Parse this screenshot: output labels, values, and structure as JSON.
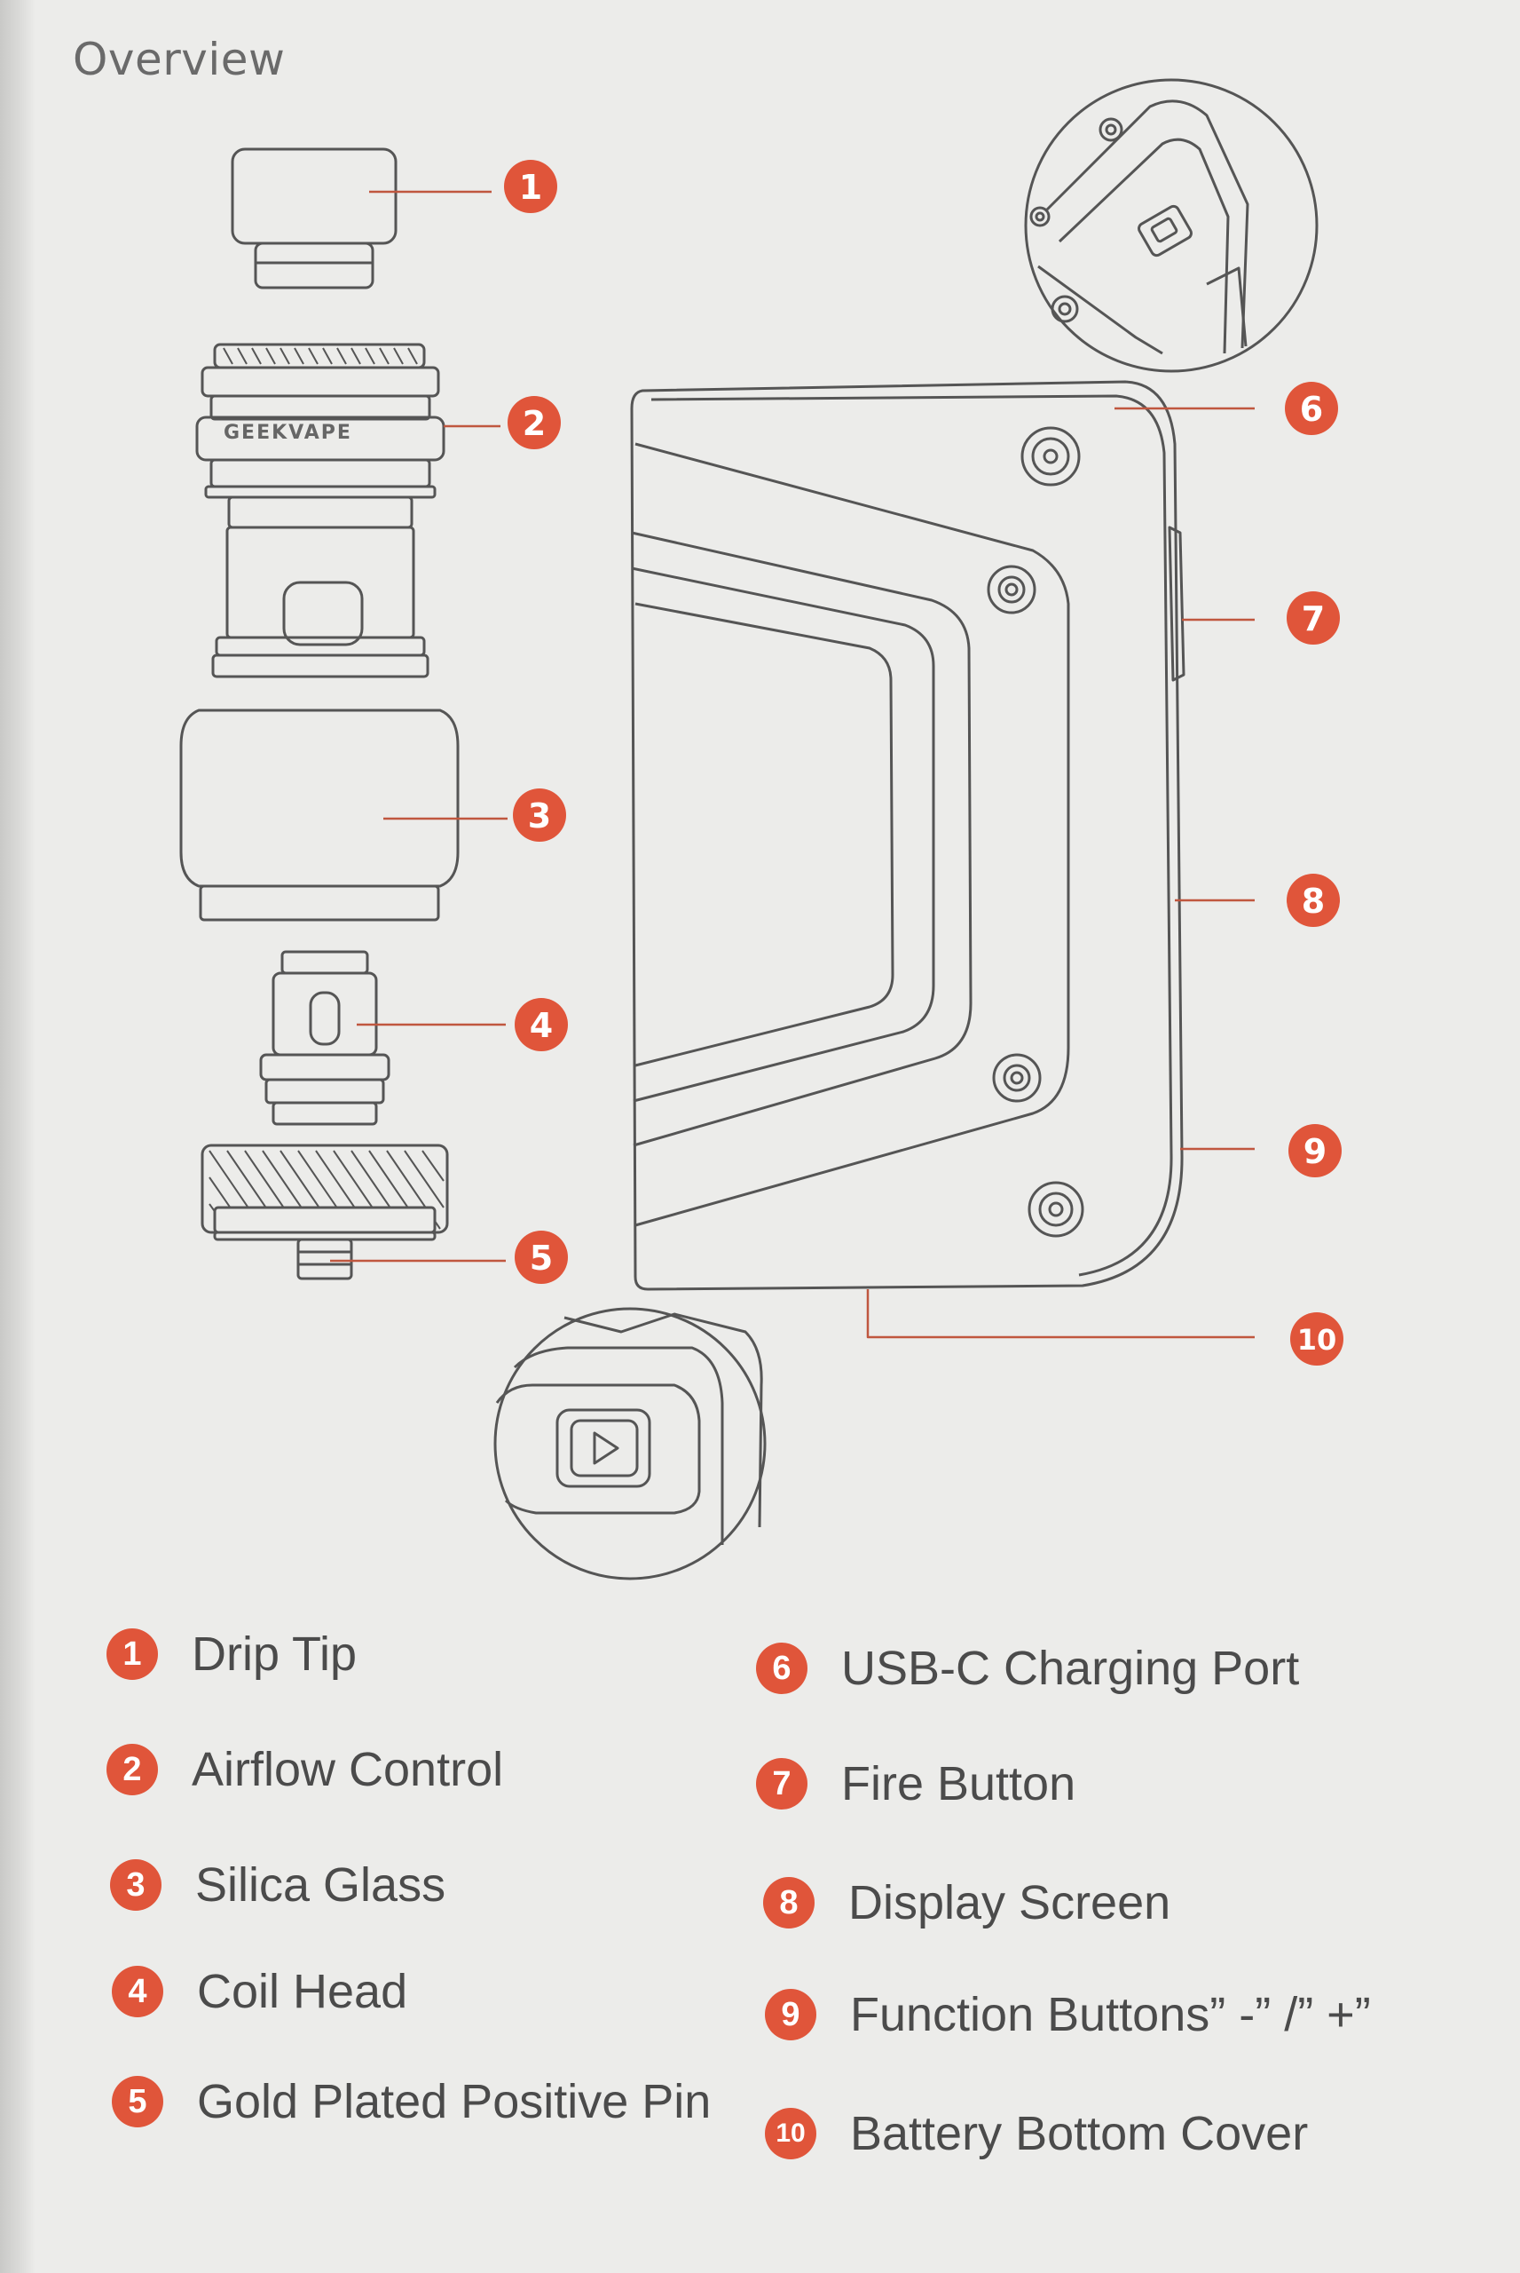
{
  "title": "Overview",
  "accent_color": "#e0553a",
  "brand_logo_text": "GEEKVAPE",
  "callouts": [
    "1",
    "2",
    "3",
    "4",
    "5",
    "6",
    "7",
    "8",
    "9",
    "10"
  ],
  "legend": [
    {
      "num": "1",
      "label": "Drip Tip"
    },
    {
      "num": "2",
      "label": "Airflow Control"
    },
    {
      "num": "3",
      "label": "Silica Glass"
    },
    {
      "num": "4",
      "label": "Coil Head"
    },
    {
      "num": "5",
      "label": "Gold Plated Positive Pin"
    },
    {
      "num": "6",
      "label": "USB-C Charging Port"
    },
    {
      "num": "7",
      "label": "Fire Button"
    },
    {
      "num": "8",
      "label": "Display Screen"
    },
    {
      "num": "9",
      "label": "Function Buttons” -” /” +”"
    },
    {
      "num": "10",
      "label": "Battery Bottom Cover"
    }
  ]
}
